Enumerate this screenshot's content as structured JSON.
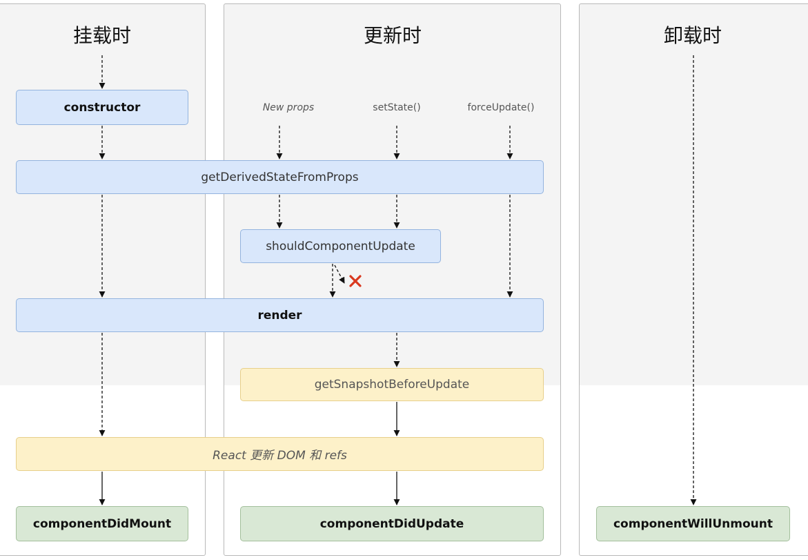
{
  "columns": {
    "mount": {
      "title": "挂载时"
    },
    "update": {
      "title": "更新时"
    },
    "unmount": {
      "title": "卸载时"
    }
  },
  "triggers": {
    "new_props": "New props",
    "set_state": "setState()",
    "force_update": "forceUpdate()"
  },
  "boxes": {
    "constructor": "constructor",
    "get_derived_state": "getDerivedStateFromProps",
    "should_component_update": "shouldComponentUpdate",
    "render": "render",
    "get_snapshot": "getSnapshotBeforeUpdate",
    "react_update_dom": "React 更新 DOM 和 refs",
    "did_mount": "componentDidMount",
    "did_update": "componentDidUpdate",
    "will_unmount": "componentWillUnmount"
  },
  "colors": {
    "phase_blue": "#d9e7fb",
    "phase_yellow": "#fdf1c9",
    "phase_green": "#d9e8d5",
    "cancel_red": "#d9381e"
  },
  "icons": {
    "cancel": "cross-icon"
  }
}
